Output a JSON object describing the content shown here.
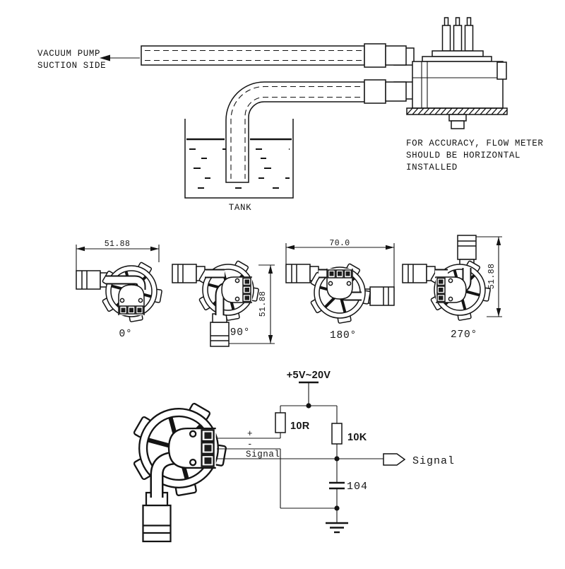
{
  "page": {
    "background": "#ffffff",
    "ink": "#141414"
  },
  "installation": {
    "pump_label_line1": "VACUUM PUMP",
    "pump_label_line2": "SUCTION SIDE",
    "tank_label": "TANK",
    "note_line1": "FOR ACCURACY, FLOW METER",
    "note_line2": "SHOULD BE HORIZONTAL",
    "note_line3": "INSTALLED"
  },
  "orientation_views": {
    "views": [
      {
        "angle": "0°",
        "dimension": "51.88"
      },
      {
        "angle": "90°",
        "dimension": "51.88"
      },
      {
        "angle": "180°",
        "dimension": "70.0"
      },
      {
        "angle": "270°",
        "dimension": "51.88"
      }
    ]
  },
  "circuit": {
    "supply_label": "+5V~20V",
    "pullup_resistor": "10R",
    "load_resistor": "10K",
    "capacitor": "104",
    "terminal_plus": "+",
    "terminal_minus": "-",
    "terminal_signal": "Signal",
    "output_label": "Signal"
  }
}
